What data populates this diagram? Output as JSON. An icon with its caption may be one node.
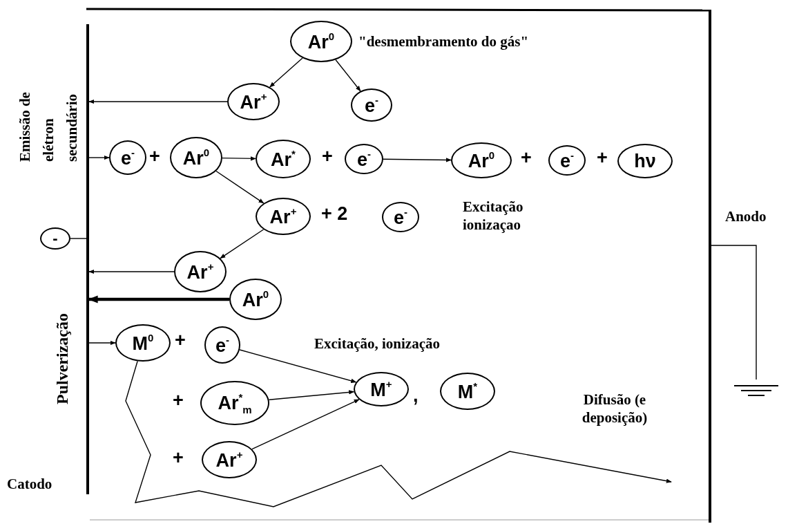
{
  "diagram": {
    "nodes": [
      {
        "text": [],
        "shape": "bar",
        "beside": [
          "Catodo"
        ]
      },
      {
        "text": [
          "-"
        ]
      },
      {
        "text": [
          "Ar$^{0}$"
        ]
      },
      {
        "text": [
          "Ar$^{+}$"
        ]
      },
      {
        "text": [
          "e$^{-}$"
        ]
      },
      {
        "text": [
          "e$^{-}$"
        ]
      },
      {
        "text": [
          "Ar$^{0}$"
        ]
      },
      {
        "text": [
          "Ar$^{*}$"
        ]
      },
      {
        "text": [
          "e$^{-}$"
        ]
      },
      {
        "text": [
          "Ar$^{0}$"
        ]
      },
      {
        "text": [
          "e$^{-}$"
        ]
      },
      {
        "text": [
          "hν"
        ]
      },
      {
        "text": [
          "Ar$^{+}$"
        ]
      },
      {
        "text": [
          "e$^{-}$"
        ]
      },
      {
        "text": [
          "Ar$^{+}$"
        ]
      },
      {
        "text": [
          "Ar$^{0}$"
        ]
      },
      {
        "text": [
          "M$^{0}$"
        ]
      },
      {
        "text": [
          "e$^{-}$"
        ]
      },
      {
        "text": [
          "Ar$^{*}$$_{m}$"
        ]
      },
      {
        "text": [
          "Ar$^{+}$"
        ]
      },
      {
        "text": [
          "M$^{+}$"
        ]
      },
      {
        "text": [
          "M$^{*}$"
        ]
      },
      {
        "text": [],
        "shape": "bar",
        "beside": [
          "Anodo"
        ]
      },
      {
        "text": [],
        "shape": "ground"
      }
    ],
    "edges": [
      {
        "from": 2,
        "to": 3,
        "arrow": "to"
      },
      {
        "from": 2,
        "to": 4,
        "arrow": "to"
      },
      {
        "from": 3,
        "to": 0,
        "arrow": "to"
      },
      {
        "from": 0,
        "to": 5,
        "arrow": "to"
      },
      {
        "from": 6,
        "to": 7,
        "arrow": "to"
      },
      {
        "from": 8,
        "to": 9,
        "arrow": "to"
      },
      {
        "from": 6,
        "to": 12,
        "arrow": "to"
      },
      {
        "from": 12,
        "to": 14,
        "arrow": "to"
      },
      {
        "from": 14,
        "to": 0,
        "arrow": "to"
      },
      {
        "from": 15,
        "to": 0,
        "arrow": "to",
        "style": "thick"
      },
      {
        "from": 0,
        "to": 16,
        "arrow": "to"
      },
      {
        "from": 17,
        "to": 20,
        "arrow": "to"
      },
      {
        "from": 18,
        "to": 20,
        "arrow": "to"
      },
      {
        "from": 19,
        "to": 20,
        "arrow": "to"
      },
      {
        "from": 16,
        "to": null,
        "arrow": "to"
      },
      {
        "from": 1,
        "to": 0,
        "arrow": "none"
      },
      {
        "from": 22,
        "to": 23,
        "arrow": "none"
      }
    ],
    "labels": [
      "Emissão de elétron secundário",
      "\"desmembramento do gás\"",
      "+",
      "+",
      "+",
      "+",
      "+ 2",
      "Excitação ionizaçao",
      "Pulverização",
      "+",
      "Excitação, ionização",
      "+",
      ",",
      "Difusão (e deposição)",
      "+"
    ]
  }
}
